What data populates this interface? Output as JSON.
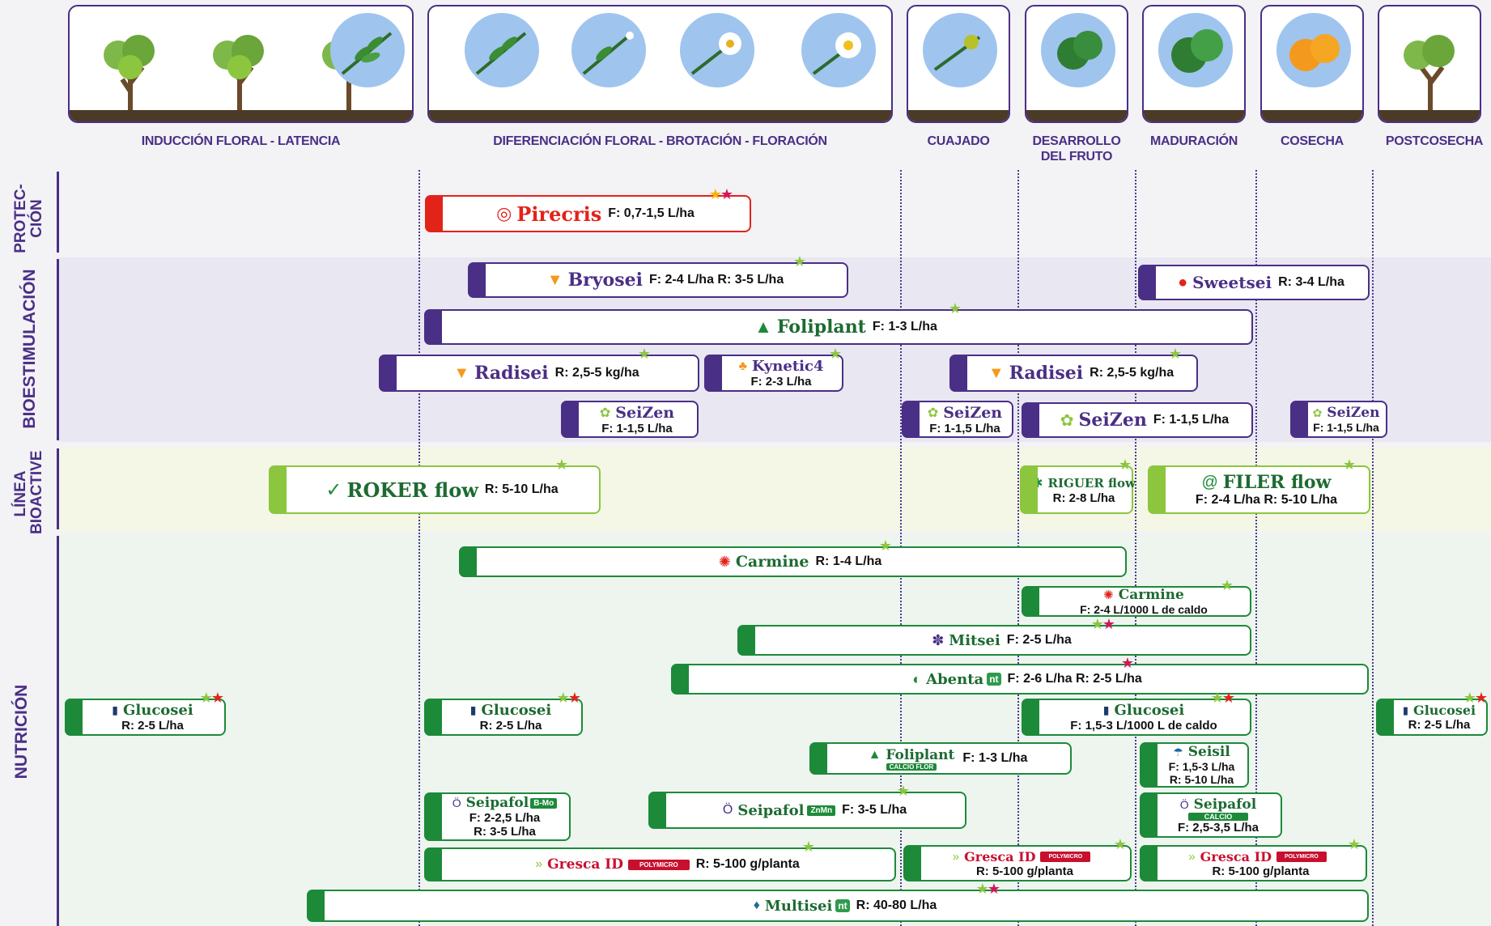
{
  "phases": [
    {
      "label": "INDUCCIÓN FLORAL - LATENCIA"
    },
    {
      "label": "DIFERENCIACIÓN FLORAL - BROTACIÓN - FLORACIÓN"
    },
    {
      "label": "CUAJADO"
    },
    {
      "label": "DESARROLLO DEL FRUTO"
    },
    {
      "label": "MADURACIÓN"
    },
    {
      "label": "COSECHA"
    },
    {
      "label": "POSTCOSECHA"
    }
  ],
  "sections": [
    {
      "label": "PROTEC-CIÓN"
    },
    {
      "label": "BIOESTIMULACIÓN"
    },
    {
      "label": "LÍNEA BIOACTIVE"
    },
    {
      "label": "NUTRICIÓN"
    }
  ],
  "colors": {
    "purple": "#4a2f86",
    "red": "#e2231a",
    "green": "#1d8a3a",
    "lime": "#8cc63f",
    "star_green": "#8cc63f",
    "star_red": "#d4145a",
    "star_yellow": "#f7b500"
  },
  "bars": [
    {
      "name": "Pirecris",
      "dose": "F: 0,7-1,5 L/ha",
      "section": "proteccion",
      "icon": "target-icon",
      "stars": [
        "yellow",
        "red"
      ]
    },
    {
      "name": "Bryosei",
      "dose": "F: 2-4 L/ha R: 3-5 L/ha",
      "section": "bioestimulacion",
      "icon": "tornado-icon",
      "stars": [
        "green"
      ]
    },
    {
      "name": "Sweetsei",
      "dose": "R: 3-4 L/ha",
      "section": "bioestimulacion",
      "icon": "drop-icon",
      "stars": []
    },
    {
      "name": "Foliplant",
      "dose": "F: 1-3 L/ha",
      "section": "bioestimulacion",
      "icon": "leaf-icon",
      "stars": [
        "green"
      ]
    },
    {
      "name": "Radisei",
      "dose": "R: 2,5-5 kg/ha",
      "section": "bioestimulacion",
      "icon": "tornado-icon",
      "stars": [
        "green"
      ]
    },
    {
      "name": "Kynetic4",
      "dose": "F: 2-3 L/ha",
      "section": "bioestimulacion",
      "icon": "sprout-icon",
      "stars": [
        "green"
      ]
    },
    {
      "name": "Radisei",
      "dose": "R: 2,5-5 kg/ha",
      "section": "bioestimulacion",
      "icon": "tornado-icon",
      "stars": [
        "green"
      ]
    },
    {
      "name": "SeiZen",
      "dose": "F: 1-1,5 L/ha",
      "section": "bioestimulacion",
      "icon": "zen-icon",
      "stars": []
    },
    {
      "name": "SeiZen",
      "dose": "F: 1-1,5 L/ha",
      "section": "bioestimulacion",
      "icon": "zen-icon",
      "stars": []
    },
    {
      "name": "SeiZen",
      "dose": "F: 1-1,5 L/ha",
      "section": "bioestimulacion",
      "icon": "zen-icon",
      "stars": []
    },
    {
      "name": "SeiZen",
      "dose": "F: 1-1,5 L/ha",
      "section": "bioestimulacion",
      "icon": "zen-icon",
      "stars": []
    },
    {
      "name": "ROKER flow",
      "dose": "R: 5-10 L/ha",
      "section": "bioactive",
      "icon": "swoosh-icon",
      "stars": [
        "green"
      ]
    },
    {
      "name": "RIGUER flow",
      "dose": "R: 2-8 L/ha",
      "section": "bioactive",
      "icon": "snowflake-icon",
      "stars": [
        "green"
      ]
    },
    {
      "name": "FILER flow",
      "dose": "F: 2-4 L/ha R: 5-10 L/ha",
      "section": "bioactive",
      "icon": "swirl-icon",
      "stars": [
        "green"
      ]
    },
    {
      "name": "Carmine",
      "dose": "R: 1-4 L/ha",
      "section": "nutricion",
      "icon": "spiral-icon",
      "stars": [
        "green"
      ]
    },
    {
      "name": "Carmine",
      "dose": "F: 2-4 L/1000 L de caldo",
      "section": "nutricion",
      "icon": "spiral-icon",
      "stars": [
        "green"
      ]
    },
    {
      "name": "Mitsei",
      "dose": "F: 2-5 L/ha",
      "section": "nutricion",
      "icon": "bug-icon",
      "stars": [
        "green",
        "red"
      ]
    },
    {
      "name": "Abenta",
      "tag": "nt",
      "dose": "F: 2-6 L/ha R: 2-5 L/ha",
      "section": "nutricion",
      "icon": "leaf-icon",
      "stars": [
        "red"
      ]
    },
    {
      "name": "Glucosei",
      "dose": "R: 2-5 L/ha",
      "section": "nutricion",
      "icon": "bottle-icon",
      "stars": [
        "green",
        "red"
      ]
    },
    {
      "name": "Glucosei",
      "dose": "R: 2-5 L/ha",
      "section": "nutricion",
      "icon": "bottle-icon",
      "stars": [
        "green",
        "red"
      ]
    },
    {
      "name": "Glucosei",
      "dose": "F: 1,5-3 L/1000 L de caldo",
      "section": "nutricion",
      "icon": "bottle-icon",
      "stars": [
        "green",
        "red"
      ]
    },
    {
      "name": "Glucosei",
      "dose": "R: 2-5 L/ha",
      "section": "nutricion",
      "icon": "bottle-icon",
      "stars": [
        "green",
        "red"
      ]
    },
    {
      "name": "Foliplant",
      "tag": "CALCIO FLOR",
      "dose": "F: 1-3 L/ha",
      "section": "nutricion",
      "icon": "leaf-icon",
      "stars": []
    },
    {
      "name": "Seisil",
      "dose": "F: 1,5-3 L/ha",
      "dose2": "R: 5-10 L/ha",
      "section": "nutricion",
      "icon": "umbrella-icon",
      "stars": []
    },
    {
      "name": "Seipafol",
      "tag": "B-Mo",
      "dose": "F: 2-2,5 L/ha",
      "dose2": "R: 3-5 L/ha",
      "section": "nutricion",
      "icon": "flask-icon",
      "stars": []
    },
    {
      "name": "Seipafol",
      "tag": "ZnMn",
      "dose": "F: 3-5 L/ha",
      "section": "nutricion",
      "icon": "flask-icon",
      "stars": [
        "green"
      ]
    },
    {
      "name": "Seipafol",
      "tag": "CALCIO",
      "dose": "F: 2,5-3,5 L/ha",
      "section": "nutricion",
      "icon": "flask-icon",
      "stars": []
    },
    {
      "name": "Gresca ID",
      "tag": "POLYMICRO",
      "dose": "R: 5-100 g/planta",
      "section": "nutricion",
      "icon": "arrows-icon",
      "stars": [
        "green"
      ]
    },
    {
      "name": "Gresca ID",
      "tag": "POLYMICRO",
      "dose": "R: 5-100 g/planta",
      "section": "nutricion",
      "icon": "arrows-icon",
      "stars": [
        "green"
      ]
    },
    {
      "name": "Gresca ID",
      "tag": "POLYMICRO",
      "dose": "R: 5-100 g/planta",
      "section": "nutricion",
      "icon": "arrows-icon",
      "stars": [
        "green"
      ]
    },
    {
      "name": "Multisei",
      "tag": "nt",
      "dose": "R: 40-80 L/ha",
      "section": "nutricion",
      "icon": "drops-icon",
      "stars": [
        "green",
        "red"
      ]
    }
  ]
}
